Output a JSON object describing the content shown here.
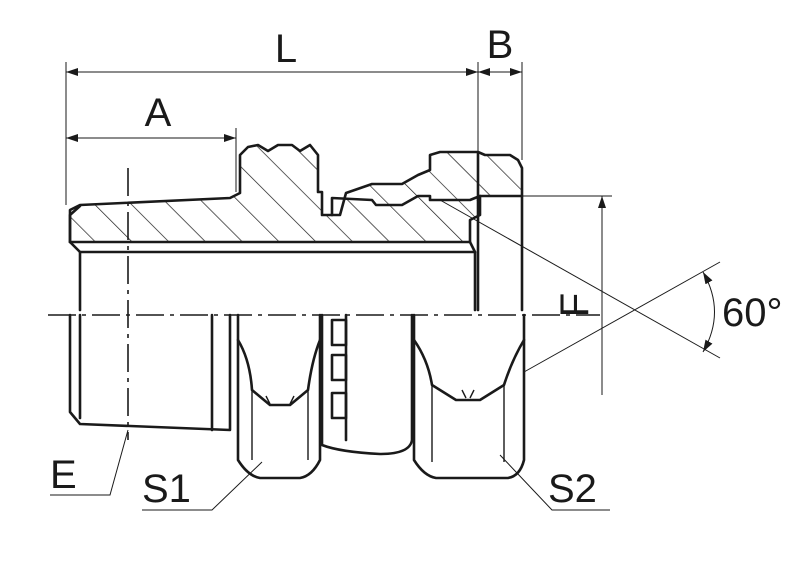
{
  "labels": {
    "L": "L",
    "B": "B",
    "A": "A",
    "F": "F",
    "angle": "60°",
    "E": "E",
    "S1": "S1",
    "S2": "S2"
  },
  "colors": {
    "stroke": "#1a1a1a",
    "background": "#ffffff"
  }
}
